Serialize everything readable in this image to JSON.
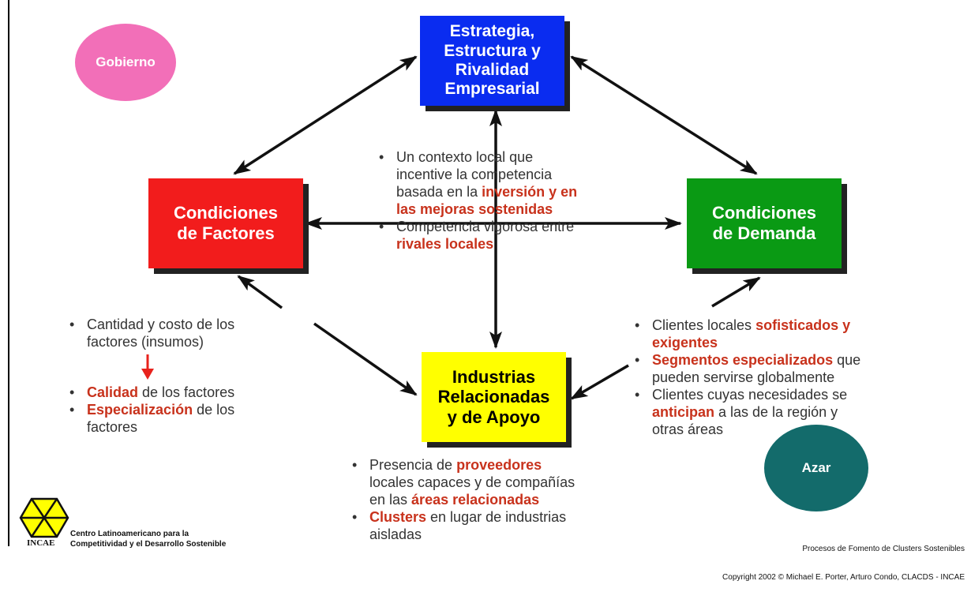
{
  "boxes": {
    "strategy": [
      "Estrategia,",
      "Estructura y",
      "Rivalidad",
      "Empresarial"
    ],
    "factors": [
      "Condiciones",
      "de Factores"
    ],
    "demand": [
      "Condiciones",
      "de Demanda"
    ],
    "related": [
      "Industrias",
      "Relacionadas",
      "y de Apoyo"
    ]
  },
  "ovals": {
    "government": "Gobierno",
    "chance": "Azar"
  },
  "center_list": [
    {
      "lines": [
        [
          {
            "t": "Un contexto local que",
            "h": false
          }
        ],
        [
          {
            "t": "incentive la competencia",
            "h": false
          }
        ],
        [
          {
            "t": "basada en la ",
            "h": false
          },
          {
            "t": "inversión y en",
            "h": true
          }
        ],
        [
          {
            "t": "las mejoras sostenidas",
            "h": true
          }
        ]
      ]
    },
    {
      "lines": [
        [
          {
            "t": "Competencia vigorosa entre",
            "h": false
          }
        ],
        [
          {
            "t": "rivales locales",
            "h": true
          }
        ]
      ]
    }
  ],
  "factors_list_top": [
    {
      "lines": [
        [
          {
            "t": "Cantidad y costo de los",
            "h": false
          }
        ],
        [
          {
            "t": "factores (insumos)",
            "h": false
          }
        ]
      ]
    }
  ],
  "factors_list_bottom": [
    {
      "lines": [
        [
          {
            "t": "Calidad",
            "h": true
          },
          {
            "t": " de los factores",
            "h": false
          }
        ]
      ]
    },
    {
      "lines": [
        [
          {
            "t": "Especialización",
            "h": true
          },
          {
            "t": " de los",
            "h": false
          }
        ],
        [
          {
            "t": "factores",
            "h": false
          }
        ]
      ]
    }
  ],
  "demand_list": [
    {
      "lines": [
        [
          {
            "t": "Clientes locales ",
            "h": false
          },
          {
            "t": "sofisticados y",
            "h": true
          }
        ],
        [
          {
            "t": "exigentes",
            "h": true
          }
        ]
      ]
    },
    {
      "lines": [
        [
          {
            "t": "Segmentos especializados",
            "h": true
          },
          {
            "t": " que",
            "h": false
          }
        ],
        [
          {
            "t": "pueden servirse globalmente",
            "h": false
          }
        ]
      ]
    },
    {
      "lines": [
        [
          {
            "t": "Clientes cuyas necesidades se",
            "h": false
          }
        ],
        [
          {
            "t": "anticipan",
            "h": true
          },
          {
            "t": " a las de la región y",
            "h": false
          }
        ],
        [
          {
            "t": "otras áreas",
            "h": false
          }
        ]
      ]
    }
  ],
  "related_list": [
    {
      "lines": [
        [
          {
            "t": "Presencia de ",
            "h": false
          },
          {
            "t": "proveedores",
            "h": true
          }
        ],
        [
          {
            "t": "locales capaces y de compañías",
            "h": false
          }
        ],
        [
          {
            "t": "en las ",
            "h": false
          },
          {
            "t": "áreas relacionadas",
            "h": true
          }
        ]
      ]
    },
    {
      "lines": [
        [
          {
            "t": "Clusters",
            "h": true
          },
          {
            "t": " en lugar de industrias",
            "h": false
          }
        ],
        [
          {
            "t": "aisladas",
            "h": false
          }
        ]
      ]
    }
  ],
  "footer": {
    "org_lines": [
      "Centro Latinoamericano para la",
      "Competitividad y el Desarrollo Sostenible"
    ],
    "org_label": "INCAE",
    "credit_lines": [
      "Procesos de Fomento de Clusters Sostenibles",
      "Copyright 2002 © Michael E. Porter, Arturo Condo, CLACDS - INCAE"
    ]
  },
  "colors": {
    "strategy_box": "#0a2cf0",
    "factors_box": "#f21c1c",
    "demand_box": "#0a9a14",
    "related_box": "#ffff00",
    "government_oval": "#f26fb8",
    "chance_oval": "#136b6b",
    "highlight_text": "#c8321c",
    "logo": "#ffff00"
  }
}
